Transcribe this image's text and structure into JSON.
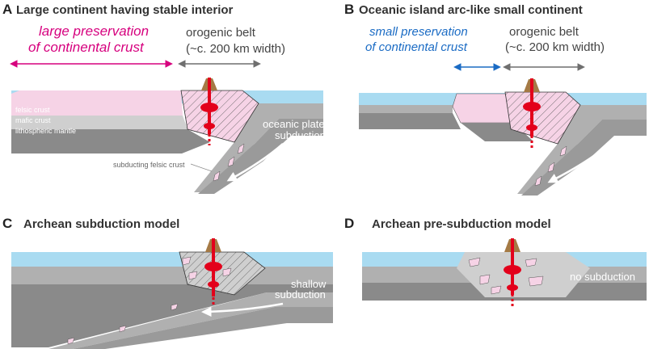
{
  "colors": {
    "ocean": "#a9dbf1",
    "felsic": "#f6d3e6",
    "mafic": "#cfcfcf",
    "mantle": "#8a8a8a",
    "slab": "#b0b0b0",
    "volcano": "#a57a45",
    "magma": "#e3001b",
    "pink_accent": "#d6007e",
    "blue_accent": "#1a6bc4",
    "arrow_grey": "#6f6f6f"
  },
  "panels": {
    "a": {
      "letter": "A",
      "title": "Large continent having stable interior",
      "preservation_label_line1": "large preservation",
      "preservation_label_line2": "of continental crust",
      "orogen_label_line1": "orogenic belt",
      "orogen_label_line2": "(~c. 200 km width)",
      "layer_felsic": "felsic crust",
      "layer_mafic": "mafic crust",
      "layer_mantle": "lithospheric mantle",
      "subduction_label_line1": "oceanic plate",
      "subduction_label_line2": "subduction",
      "subducting_crust_label": "subducting felsic crust"
    },
    "b": {
      "letter": "B",
      "title": "Oceanic island arc-like small continent",
      "preservation_label_line1": "small preservation",
      "preservation_label_line2": "of continental crust",
      "orogen_label_line1": "orogenic belt",
      "orogen_label_line2": "(~c. 200 km width)"
    },
    "c": {
      "letter": "C",
      "title": "Archean subduction model",
      "subduction_label_line1": "shallow",
      "subduction_label_line2": "subduction"
    },
    "d": {
      "letter": "D",
      "title": "Archean pre-subduction model",
      "no_subduction_label": "no subduction"
    }
  }
}
